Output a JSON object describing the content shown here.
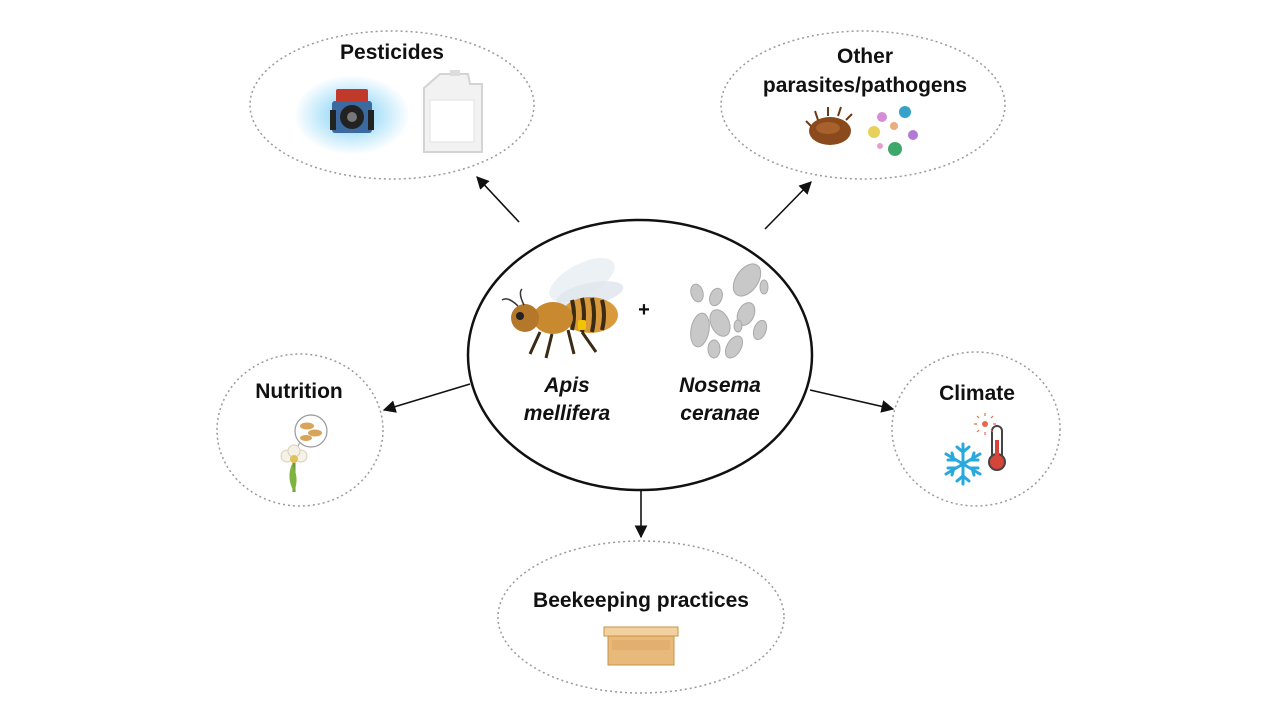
{
  "center": {
    "plus": "+",
    "host_line1": "Apis",
    "host_line2": "mellifera",
    "pathogen_line1": "Nosema",
    "pathogen_line2": "ceranae"
  },
  "factors": {
    "pesticides": "Pesticides",
    "other_line1": "Other",
    "other_line2": "parasites/pathogens",
    "nutrition": "Nutrition",
    "climate": "Climate",
    "beekeeping": "Beekeeping practices"
  },
  "icons": {
    "pesticides": [
      "tractor-sprayer-icon",
      "chemical-jug-icon"
    ],
    "other": [
      "varroa-mite-icon",
      "virus-icon"
    ],
    "nutrition": [
      "flower-pollen-icon"
    ],
    "climate": [
      "snowflake-icon",
      "thermometer-icon"
    ],
    "beekeeping": [
      "beehive-box-icon"
    ]
  },
  "colors": {
    "ellipse_border": "#9a9a9a",
    "center_border": "#111111",
    "bee_body": "#d99a3c",
    "spore": "#c8c8c8",
    "snowflake": "#29a8de",
    "hive": "#e8b97a"
  }
}
